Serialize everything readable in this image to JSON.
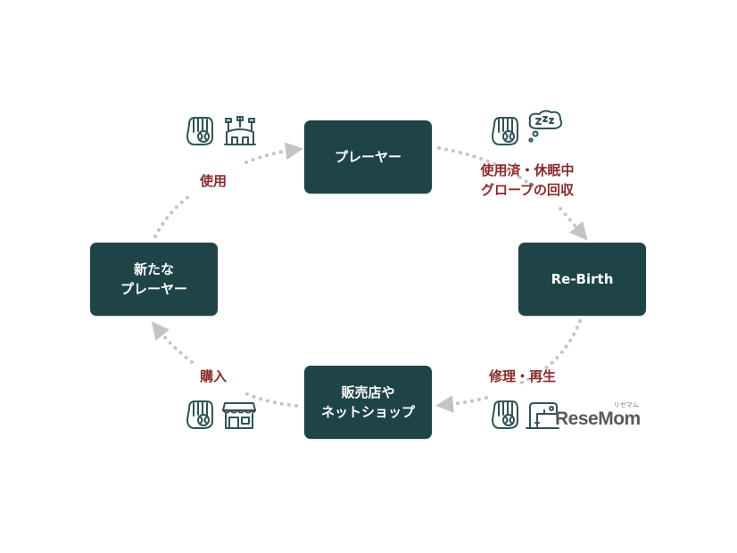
{
  "nodes": {
    "player": {
      "line1": "プレーヤー",
      "line2": ""
    },
    "rebirth": {
      "line1": "Re-Birth",
      "line2": ""
    },
    "shop": {
      "line1": "販売店や",
      "line2": "ネットショップ"
    },
    "new_player": {
      "line1": "新たな",
      "line2": "プレーヤー"
    }
  },
  "labels": {
    "collect": {
      "line1": "使用済・休眠中",
      "line2": "グローブの回収"
    },
    "repair": "修理・再生",
    "purchase": "購入",
    "use": "使用"
  },
  "logo": {
    "text": "ReseMom",
    "subtext": "リセマム"
  },
  "colors": {
    "node_bg": "#1f4447",
    "label_text": "#8b2a2a",
    "arrow": "#c4c4c4",
    "icon_stroke": "#2f5457"
  },
  "icons": [
    "glove-icon",
    "stadium-icon",
    "sleep-zzz-icon",
    "sewing-machine-icon",
    "storefront-icon"
  ]
}
